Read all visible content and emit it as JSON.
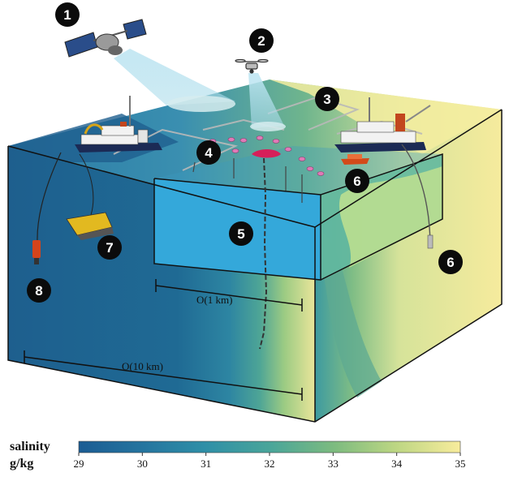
{
  "markers": [
    {
      "id": "1",
      "component": "satellite"
    },
    {
      "id": "2",
      "component": "drone"
    },
    {
      "id": "3",
      "component": "research-vessel"
    },
    {
      "id": "4",
      "component": "drifters"
    },
    {
      "id": "5",
      "component": "profiler-chain"
    },
    {
      "id": "6",
      "component": "small-boat-and-mooring"
    },
    {
      "id": "7",
      "component": "glider"
    },
    {
      "id": "8",
      "component": "ctd-probe"
    }
  ],
  "labels": {
    "m1": "1",
    "m2": "2",
    "m3": "3",
    "m4": "4",
    "m5": "5",
    "m6a": "6",
    "m6b": "6",
    "m7": "7",
    "m8": "8"
  },
  "scales": {
    "inner": "O(1 km)",
    "outer": "O(10 km)"
  },
  "colorbar": {
    "label_line1": "salinity",
    "label_line2": "g/kg",
    "min": 29,
    "max": 35,
    "ticks": [
      "29",
      "30",
      "31",
      "32",
      "33",
      "34",
      "35"
    ],
    "stops": [
      "#1b5c93",
      "#25759f",
      "#2f8fa7",
      "#49a59a",
      "#7dbb7f",
      "#bcd683",
      "#f2efa2",
      "#f8ec9c"
    ]
  }
}
